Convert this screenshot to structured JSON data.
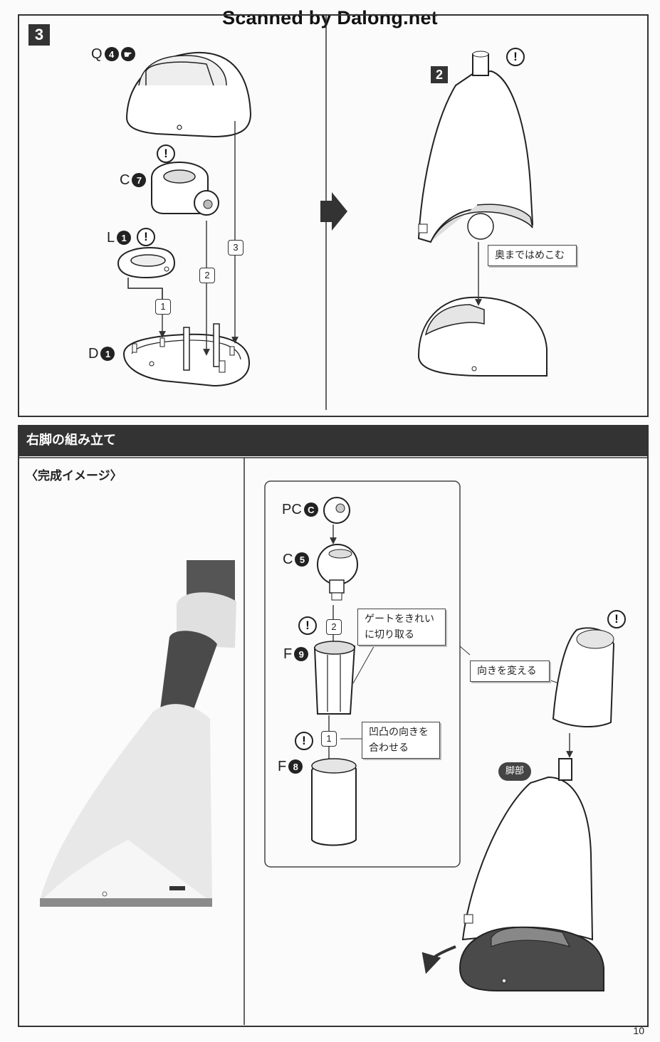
{
  "watermark": "Scanned by Dalong.net",
  "step": {
    "number": "3",
    "substep": "2"
  },
  "parts": {
    "q": {
      "letter": "Q",
      "num": "4"
    },
    "c7": {
      "letter": "C",
      "num": "7"
    },
    "l1": {
      "letter": "L",
      "num": "1"
    },
    "d1": {
      "letter": "D",
      "num": "1"
    },
    "pc": {
      "letter": "PC",
      "num": "C"
    },
    "c5": {
      "letter": "C",
      "num": "5"
    },
    "f9": {
      "letter": "F",
      "num": "9"
    },
    "f8": {
      "letter": "F",
      "num": "8"
    }
  },
  "order_marks": {
    "top_1": "1",
    "top_2": "2",
    "top_3": "3",
    "bottom_2": "2",
    "bottom_1": "1"
  },
  "warning_symbol": "!",
  "callouts": {
    "press_in": "奥まではめこむ",
    "gate": "ゲートをきれいに切り取る",
    "align": "凹凸の向きを合わせる",
    "rotate": "向きを変える",
    "leg_part": "脚部"
  },
  "section": {
    "title": "右脚の組み立て",
    "subtitle": "〈完成イメージ〉"
  },
  "page_number": "10",
  "colors": {
    "dark": "#333333",
    "frame": "#333333",
    "paper": "#fbfbfb"
  }
}
